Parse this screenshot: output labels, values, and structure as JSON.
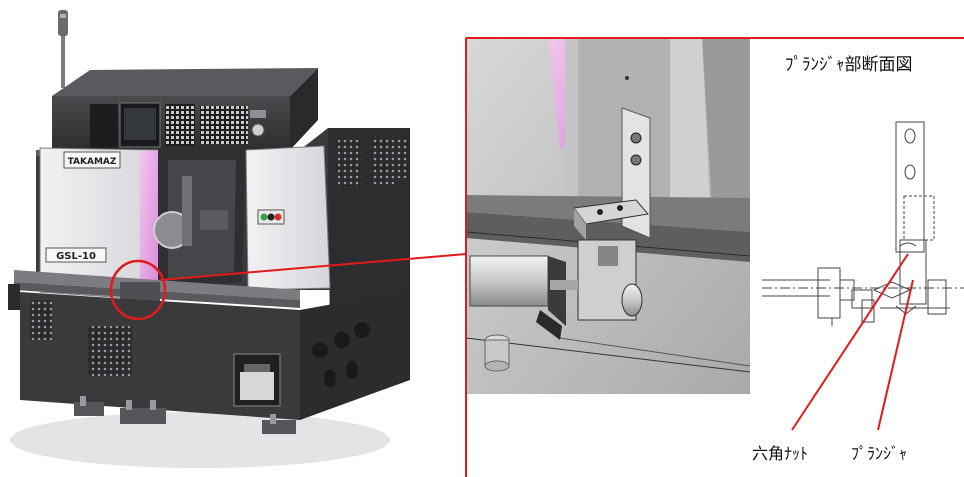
{
  "labels": {
    "section_title": "ﾌﾟﾗﾝｼﾞｬ部断面図",
    "hex_nut": "六角ﾅｯﾄ",
    "plunger": "ﾌﾟﾗﾝｼﾞｬ"
  },
  "machine": {
    "brand": "TAKAMAZ",
    "model": "GSL-10"
  },
  "colors": {
    "callout": "#e01b1b",
    "body_dark": "#3e3e40",
    "panel_light": "#e8e8ea",
    "accent_pink": "#e8a6e6"
  }
}
